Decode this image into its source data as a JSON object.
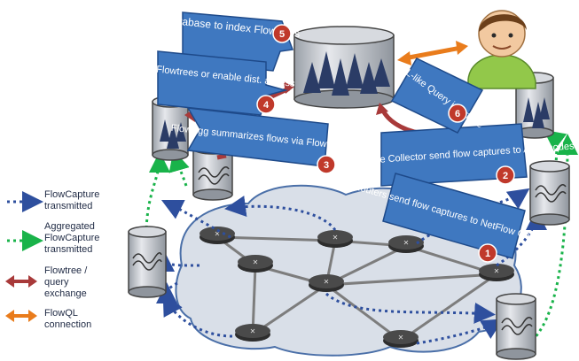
{
  "callouts": {
    "c5": {
      "text": "Database to index Flowtrees",
      "num": "5"
    },
    "c4": {
      "text": "Share Flowtrees or enable dist. access",
      "num": "4"
    },
    "c3": {
      "text": "FlowAgg summarizes flows via Flowtree",
      "num": "3"
    },
    "c2": {
      "text": "FlowCapture Collector send flow captures to AGG nodes",
      "num": "2"
    },
    "c1": {
      "text": "Routers send flow captures to NetFlow Collector",
      "num": "1"
    },
    "c6": {
      "text": "SQL-like Query interface",
      "num": "6"
    }
  },
  "legend": {
    "flowcapture": "FlowCapture transmitted",
    "aggregated": "Aggregated FlowCapture transmitted",
    "flowtree": "Flowtree / query exchange",
    "flowql": "FlowQL connection"
  },
  "colors": {
    "callout_fill": "#3f78c0",
    "badge": "#c0392b",
    "dotted_blue": "#2e4f9e",
    "dotted_green": "#19b34a",
    "arrow_red": "#a83a3a",
    "arrow_orange": "#e97c1c",
    "cloud": "#d9dfe8"
  }
}
